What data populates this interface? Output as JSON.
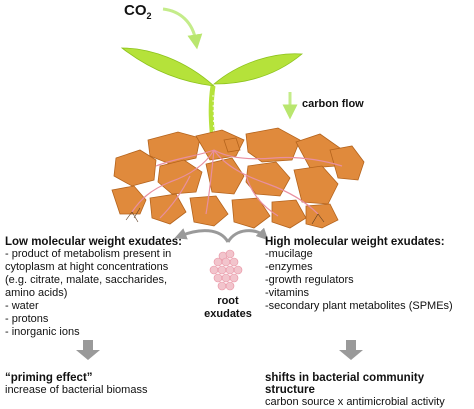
{
  "co2": {
    "text": "CO",
    "subscript": "2"
  },
  "carbon_flow": "carbon flow",
  "root_exudates": {
    "line1": "root",
    "line2": "exudates"
  },
  "low_mw": {
    "title": "Low molecular weight exudates:",
    "items": [
      "- product of metabolism present in",
      "cytoplasm at hight concentrations",
      "(e.g. citrate, malate, saccharides,",
      "amino acids)",
      "- water",
      "- protons",
      "- inorganic ions"
    ]
  },
  "high_mw": {
    "title": "High molecular weight exudates:",
    "items": [
      "-mucilage",
      "-enzymes",
      "-growth regulators",
      "-vitamins",
      "-secondary plant metabolites (SPMEs)"
    ]
  },
  "priming": {
    "title": "“priming effect”",
    "subtitle": "increase of bacterial biomass"
  },
  "shifts": {
    "title": "shifts in bacterial community structure",
    "subtitle": "carbon source x antimicrobial activity"
  },
  "colors": {
    "plant_green": "#b5e23a",
    "co2_arrow_green": "#c4ec8a",
    "soil_orange": "#e08a3c",
    "soil_edge": "#b4631c",
    "arrow_gray": "#9a9a9a",
    "root_pink": "#e88fa0"
  },
  "icons": [
    "co2-arrow-icon",
    "carbon-flow-arrow-icon",
    "branch-arrow-icon",
    "down-arrow-icon"
  ]
}
